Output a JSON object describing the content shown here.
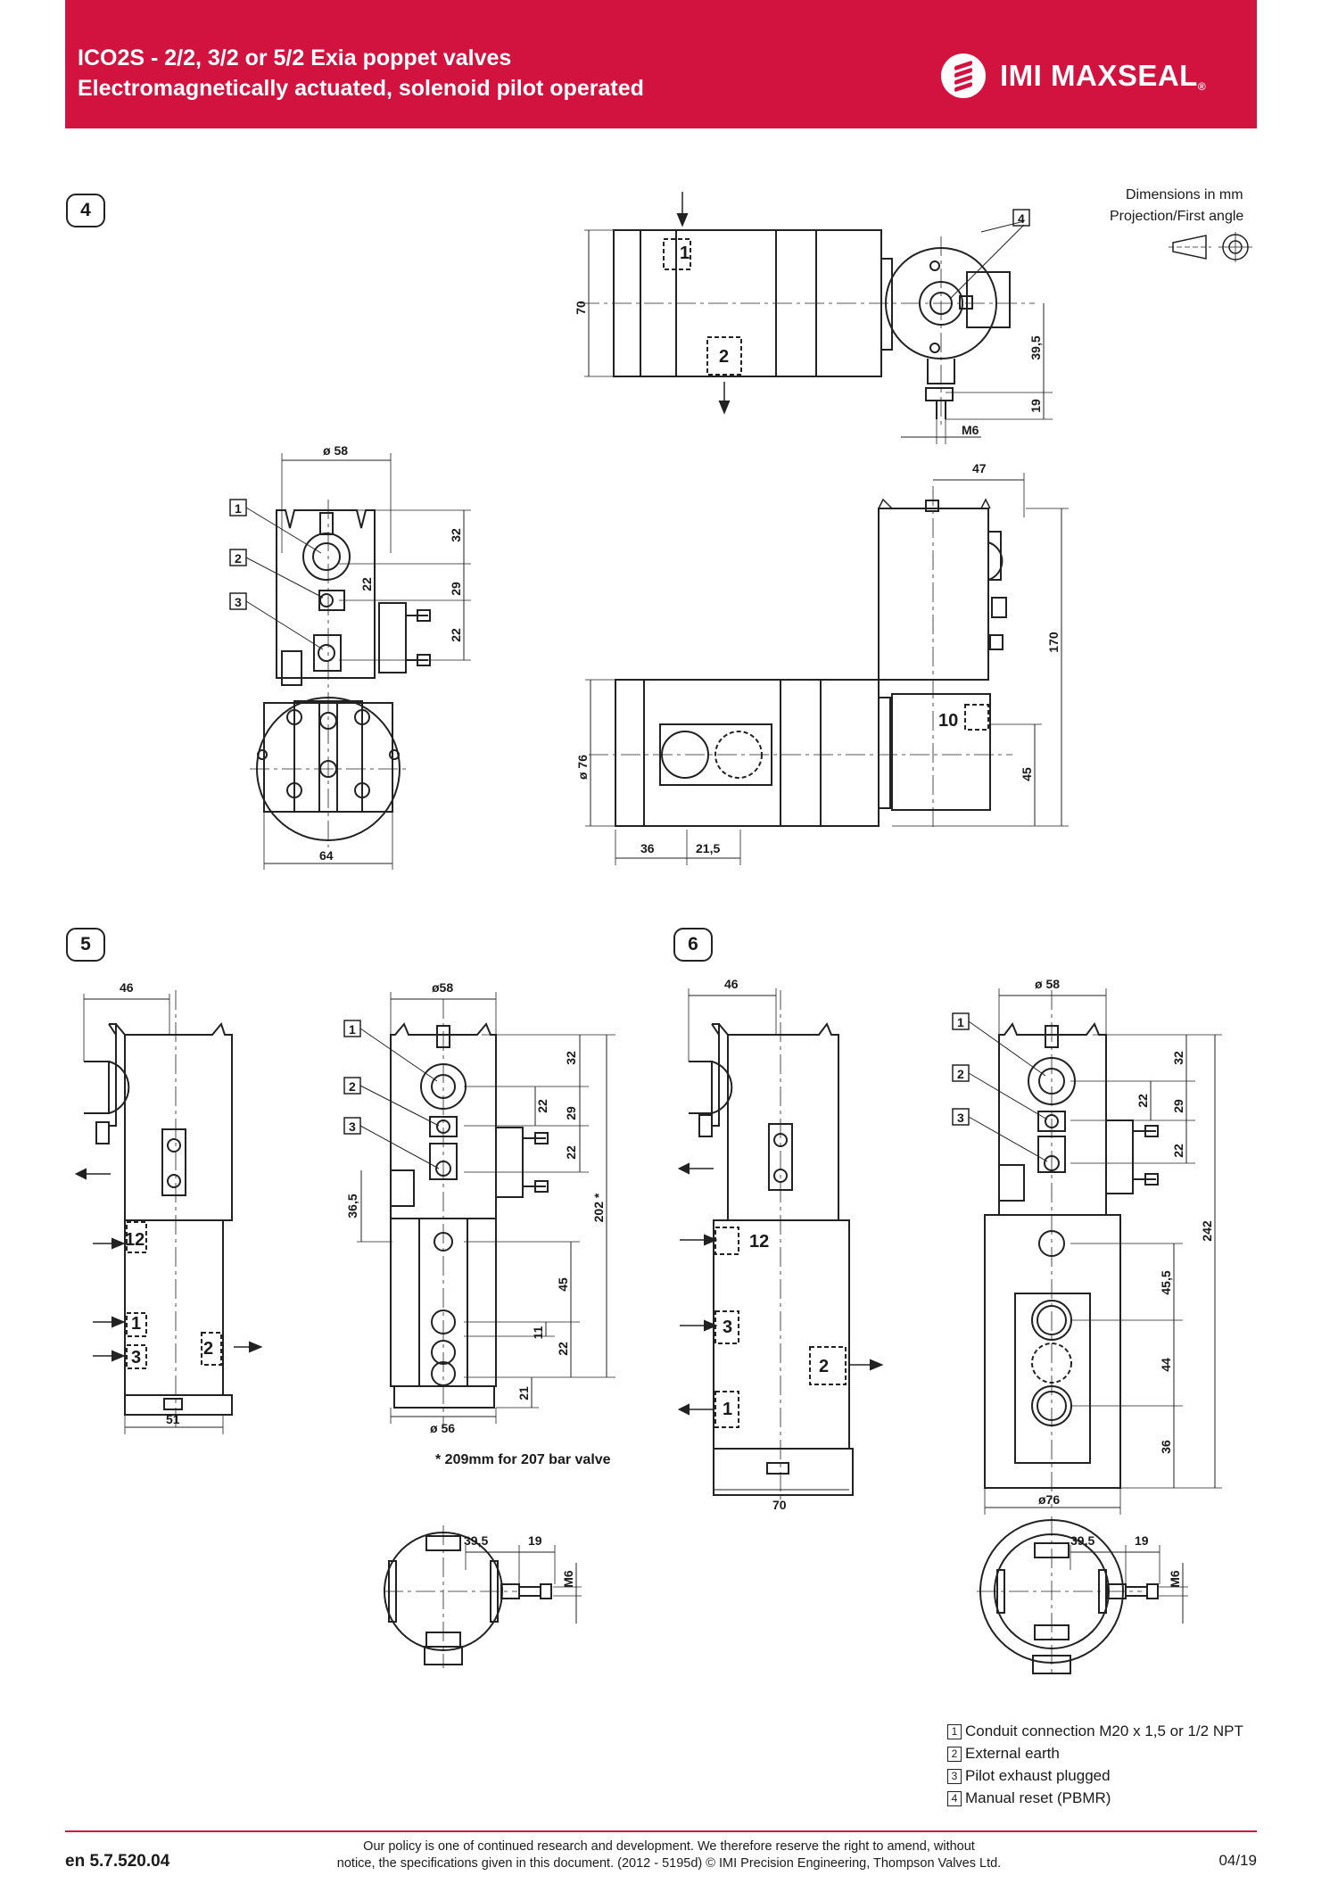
{
  "header": {
    "title_line1": "ICO2S - 2/2, 3/2 or 5/2 Exia poppet valves",
    "title_line2": "Electromagnetically actuated, solenoid pilot operated",
    "brand": "IMI MAXSEAL",
    "brand_mark": "®"
  },
  "projection": {
    "line1": "Dimensions in mm",
    "line2": "Projection/First angle"
  },
  "sections": {
    "s4": "4",
    "s5": "5",
    "s6": "6"
  },
  "note_207": "* 209mm for 207 bar valve",
  "legend": [
    {
      "num": "1",
      "text": "Conduit connection M20 x 1,5 or 1/2 NPT"
    },
    {
      "num": "2",
      "text": "External earth"
    },
    {
      "num": "3",
      "text": "Pilot exhaust plugged"
    },
    {
      "num": "4",
      "text": "Manual reset (PBMR)"
    }
  ],
  "dimensions": {
    "d70": "70",
    "d39_5": "39,5",
    "d19": "19",
    "dM6": "M6",
    "d4": "4",
    "d58": "ø 58",
    "d32": "32",
    "d22a": "22",
    "d29": "29",
    "d22b": "22",
    "d64": "64",
    "d47": "47",
    "d170": "170",
    "d76": "ø 76",
    "d45": "45",
    "d36": "36",
    "d21_5": "21,5",
    "p1": "1",
    "p2": "2",
    "p10": "10",
    "c1": "1",
    "c2": "2",
    "c3": "3",
    "s5_46": "46",
    "s5_51": "51",
    "s5_12": "12",
    "s5_1": "1",
    "s5_3": "3",
    "s5_2": "2",
    "s5_58": "ø58",
    "s5_32": "32",
    "s5_22a": "22",
    "s5_29": "29",
    "s5_22b": "22",
    "s5_36_5": "36,5",
    "s5_202": "202 *",
    "s5_45": "45",
    "s5_11": "11",
    "s5_22c": "22",
    "s5_21": "21",
    "s5_56": "ø 56",
    "s5_b39_5": "39,5",
    "s5_b19": "19",
    "s5_bM6": "M6",
    "s6_46": "46",
    "s6_70": "70",
    "s6_12": "12",
    "s6_3": "3",
    "s6_2": "2",
    "s6_1": "1",
    "s6_58": "ø 58",
    "s6_32": "32",
    "s6_22a": "22",
    "s6_29": "29",
    "s6_22b": "22",
    "s6_242": "242",
    "s6_45_5": "45,5",
    "s6_44": "44",
    "s6_36": "36",
    "s6_76": "ø76",
    "s6_b39_5": "39,5",
    "s6_b19": "19",
    "s6_bM6": "M6"
  },
  "footer": {
    "docref": "en 5.7.520.04",
    "policy_line1": "Our policy is one of continued research and development. We therefore reserve the right to amend, without",
    "policy_line2": "notice, the specifications given in this document. (2012 - 5195d) © IMI Precision Engineering, Thompson Valves Ltd.",
    "date": "04/19"
  }
}
